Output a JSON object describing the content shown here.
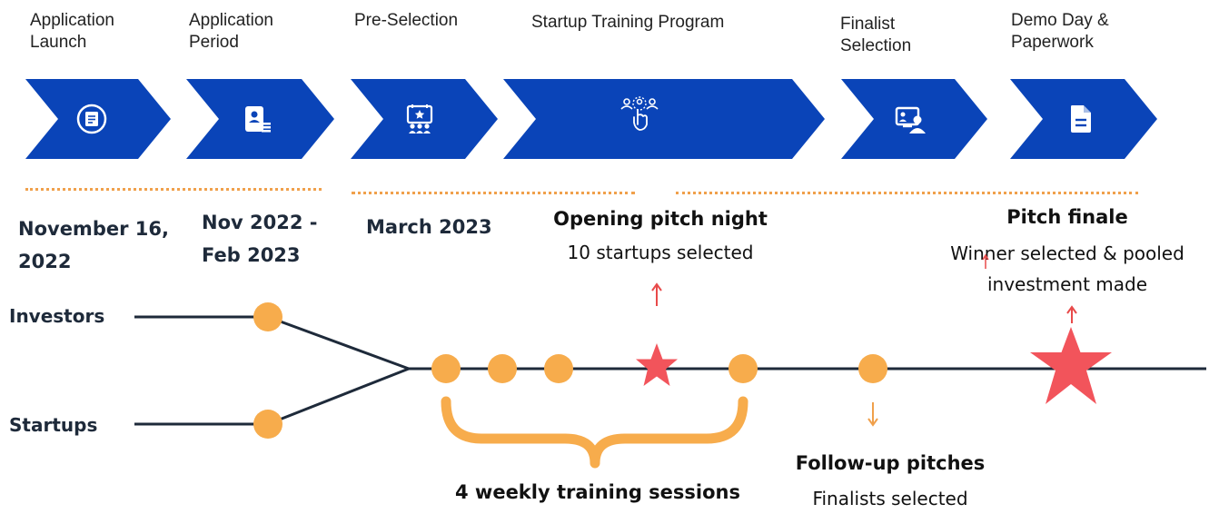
{
  "phases": [
    {
      "title": "Application\nLaunch",
      "icon": "application-form-icon"
    },
    {
      "title": "Application\nPeriod",
      "icon": "id-card-icon"
    },
    {
      "title": "Pre-Selection",
      "icon": "event-audience-icon"
    },
    {
      "title": "Startup Training Program",
      "icon": "team-touch-icon"
    },
    {
      "title": "Finalist\nSelection",
      "icon": "video-meeting-icon"
    },
    {
      "title": "Demo Day &\nPaperwork",
      "icon": "document-icon"
    }
  ],
  "dates": {
    "launch": "November 16,\n2022",
    "period": "Nov 2022 -\nFeb 2023",
    "preselection": "March 2023"
  },
  "annotations": {
    "opening_title": "Opening pitch night",
    "opening_sub": "10 startups selected",
    "finale_title": "Pitch finale",
    "finale_sub": "Winner selected  & pooled\ninvestment made",
    "followup_title": "Follow-up pitches",
    "followup_sub": "Finalists selected",
    "training": "4 weekly training sessions"
  },
  "lanes": {
    "investors": "Investors",
    "startups": "Startups"
  },
  "colors": {
    "chevron": "#0a44b8",
    "dot": "#f7ac4c",
    "star": "#f2545b",
    "line": "#1e2a3a",
    "arrow_up": "#e84a4a",
    "arrow_down": "#f0a04b",
    "brace": "#f7ac4c"
  }
}
